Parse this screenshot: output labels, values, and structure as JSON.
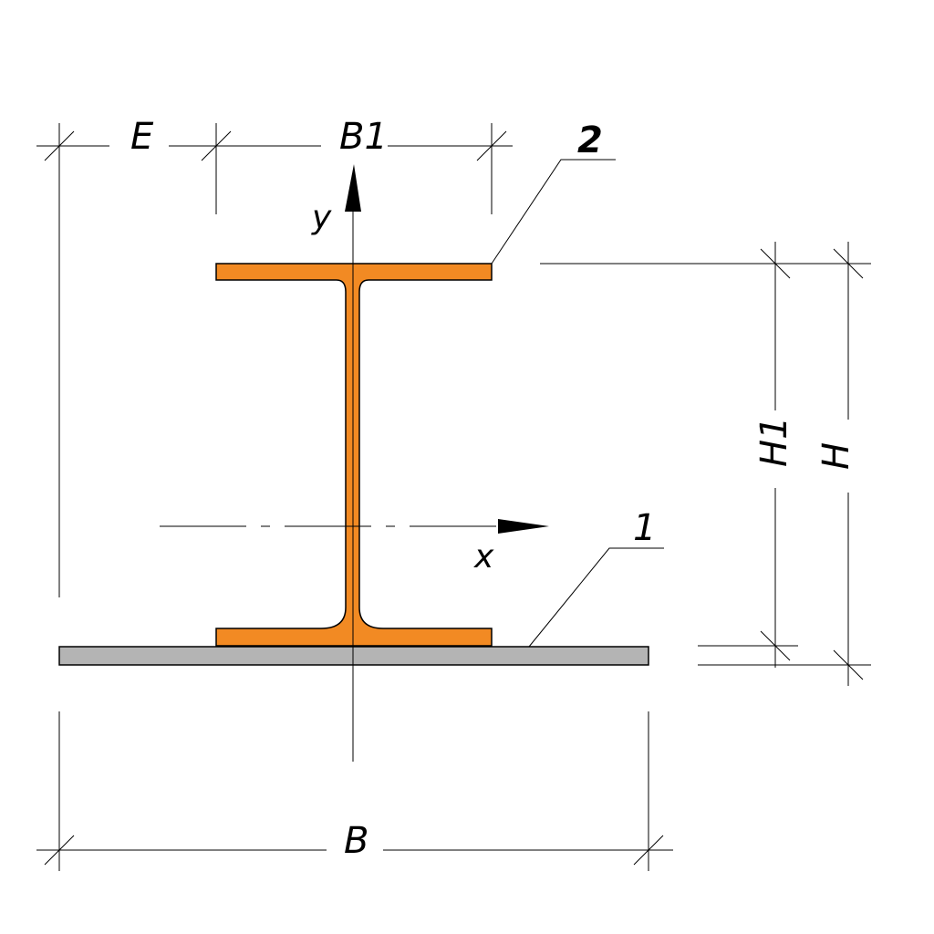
{
  "dimensions": {
    "E": "E",
    "B1": "B1",
    "B": "B",
    "H1": "H1",
    "H": "H"
  },
  "axes": {
    "x": "x",
    "y": "y"
  },
  "callouts": {
    "beam": "2",
    "plate": "1"
  },
  "colors": {
    "beam_fill": "#f28a23",
    "plate_fill": "#b4b4b4",
    "line": "#000000",
    "arrow": "#000000"
  }
}
